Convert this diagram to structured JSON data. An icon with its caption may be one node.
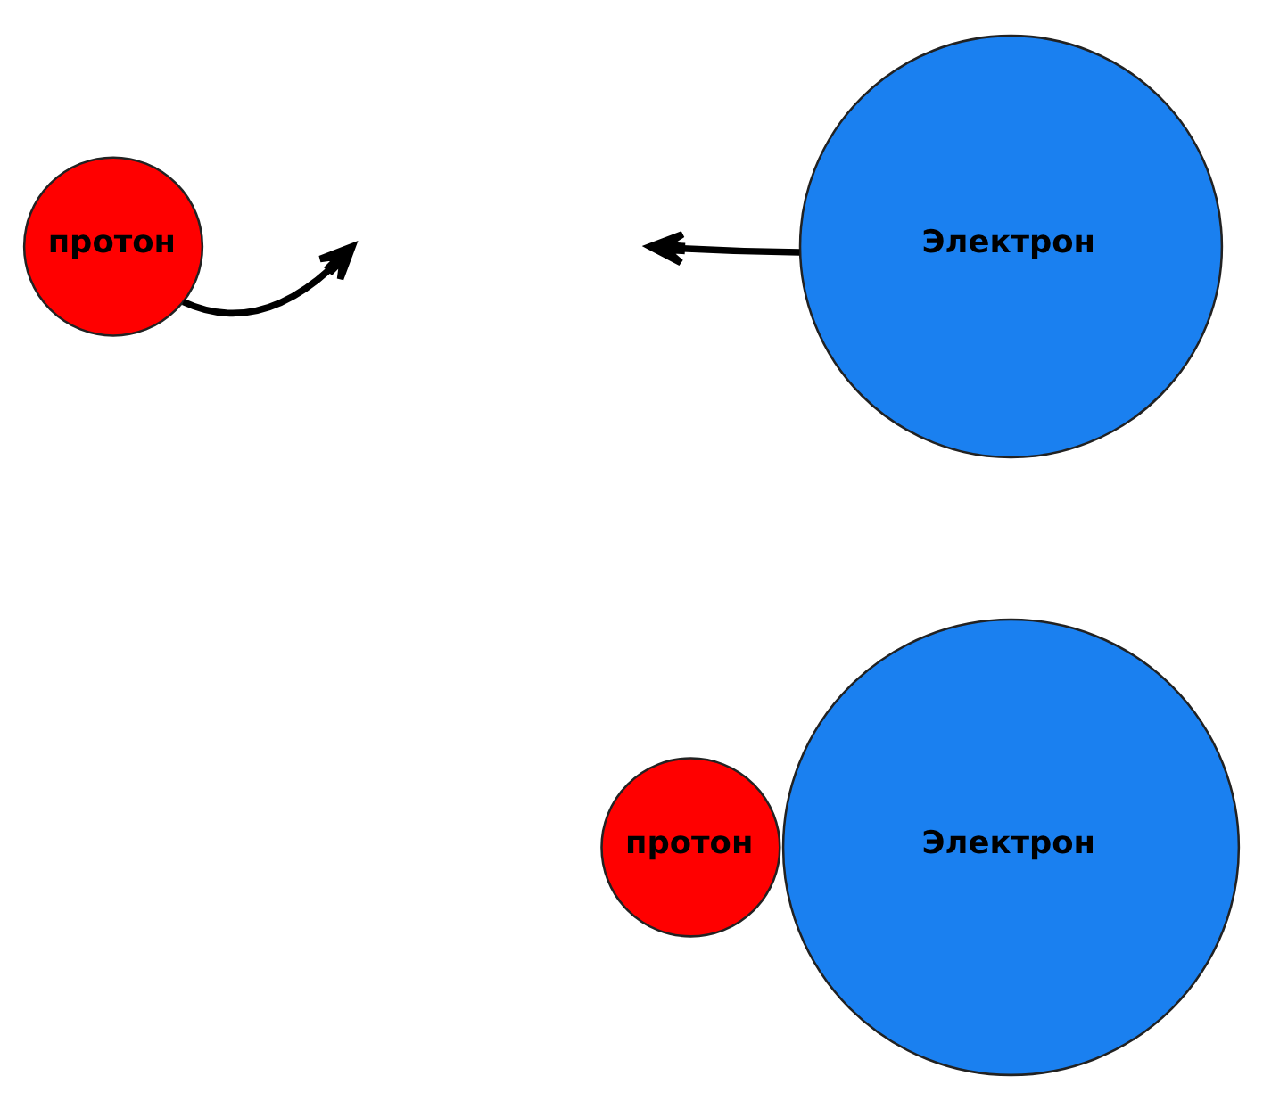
{
  "diagram": {
    "nodes": [
      {
        "text": [
          "протон"
        ]
      },
      {
        "text": [
          "Электрон"
        ]
      },
      {
        "text": [
          "протон"
        ]
      },
      {
        "text": [
          "Электрон"
        ]
      }
    ],
    "edges": [
      {
        "from": 0,
        "to": null,
        "arrow": "to"
      },
      {
        "from": 1,
        "to": null,
        "arrow": "to"
      }
    ]
  }
}
